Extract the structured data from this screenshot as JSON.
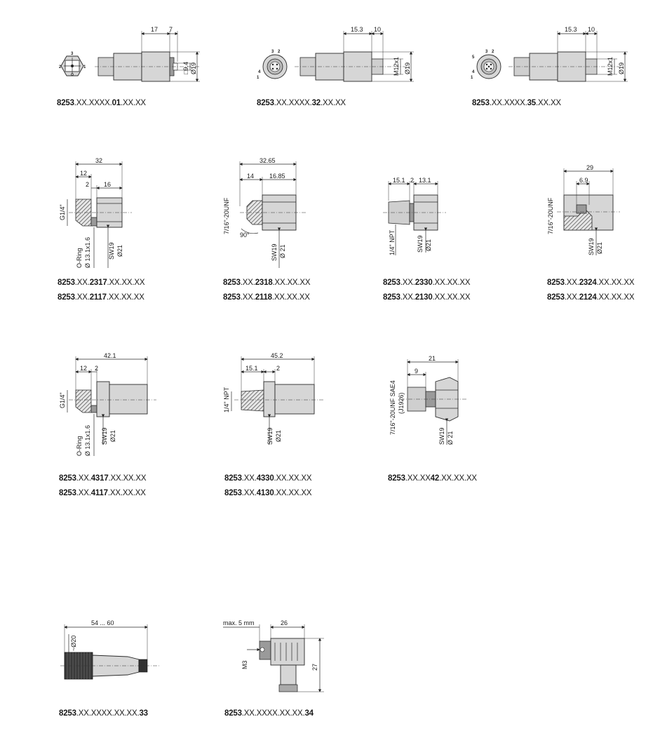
{
  "figures": {
    "f01": {
      "dims": {
        "d1": "17",
        "d2": "7",
        "d3": "□9.4",
        "d4": "Ø19"
      },
      "pins": {
        "p1": "1",
        "p2": "2",
        "p3": "3"
      },
      "caption": {
        "prefix": "8253",
        "mid": ".XX.XXXX.",
        "code": "01",
        "suffix": ".XX.XX"
      }
    },
    "f32": {
      "dims": {
        "d1": "15.3",
        "d2": "10",
        "d3": "M12x1",
        "d4": "Ø19"
      },
      "pins": {
        "p1": "1",
        "p2": "2",
        "p3": "3",
        "p4": "4"
      },
      "caption": {
        "prefix": "8253",
        "mid": ".XX.XXXX.",
        "code": "32",
        "suffix": ".XX.XX"
      }
    },
    "f35": {
      "dims": {
        "d1": "15.3",
        "d2": "10",
        "d3": "M12x1",
        "d4": "Ø19"
      },
      "pins": {
        "p1": "1",
        "p2": "2",
        "p3": "3",
        "p4": "4",
        "p5": "5"
      },
      "caption": {
        "prefix": "8253",
        "mid": ".XX.XXXX.",
        "code": "35",
        "suffix": ".XX.XX"
      }
    },
    "f2317": {
      "dims": {
        "d1": "32",
        "d2": "12",
        "d3": "2",
        "d4": "16",
        "d5": "G1/4\"",
        "d6": "O-Ring",
        "d7": "Ø 13.1x1.6",
        "d8": "SW19",
        "d9": "Ø21"
      },
      "caption1": {
        "prefix": "8253",
        "mid": ".XX.",
        "code": "2317",
        "suffix": ".XX.XX.XX"
      },
      "caption2": {
        "prefix": "8253",
        "mid": ".XX.",
        "code": "2117",
        "suffix": ".XX.XX.XX"
      }
    },
    "f2318": {
      "dims": {
        "d1": "32.65",
        "d2": "14",
        "d3": "16.85",
        "d4": "7/16\"-20UNF",
        "d5": "90°",
        "d6": "SW19",
        "d7": "Ø 21"
      },
      "caption1": {
        "prefix": "8253",
        "mid": ".XX.",
        "code": "2318",
        "suffix": ".XX.XX.XX"
      },
      "caption2": {
        "prefix": "8253",
        "mid": ".XX.",
        "code": "2118",
        "suffix": ".XX.XX.XX"
      }
    },
    "f2330": {
      "dims": {
        "d1": "15.1",
        "d2": "2",
        "d3": "13.1",
        "d4": "1/4\" NPT",
        "d5": "SW19",
        "d6": "Ø21"
      },
      "caption1": {
        "prefix": "8253",
        "mid": ".XX.",
        "code": "2330",
        "suffix": ".XX.XX.XX"
      },
      "caption2": {
        "prefix": "8253",
        "mid": ".XX.",
        "code": "2130",
        "suffix": ".XX.XX.XX"
      }
    },
    "f2324": {
      "dims": {
        "d1": "29",
        "d2": "6.9",
        "d3": "7/16\"-20UNF",
        "d4": "SW19",
        "d5": "Ø21"
      },
      "caption1": {
        "prefix": "8253",
        "mid": ".XX.",
        "code": "2324",
        "suffix": ".XX.XX.XX"
      },
      "caption2": {
        "prefix": "8253",
        "mid": ".XX.",
        "code": "2124",
        "suffix": ".XX.XX.XX"
      }
    },
    "f4317": {
      "dims": {
        "d1": "42.1",
        "d2": "12",
        "d3": "2",
        "d4": "G1/4\"",
        "d5": "O-Ring",
        "d6": "Ø 13.1x1.6",
        "d7": "SW19",
        "d8": "Ø21"
      },
      "caption1": {
        "prefix": "8253",
        "mid": ".XX.",
        "code": "4317",
        "suffix": ".XX.XX.XX"
      },
      "caption2": {
        "prefix": "8253",
        "mid": ".XX.",
        "code": "4117",
        "suffix": ".XX.XX.XX"
      }
    },
    "f4330": {
      "dims": {
        "d1": "45.2",
        "d2": "15.1",
        "d3": "2",
        "d4": "1/4\" NPT",
        "d5": "SW19",
        "d6": "Ø21"
      },
      "caption1": {
        "prefix": "8253",
        "mid": ".XX.",
        "code": "4330",
        "suffix": ".XX.XX.XX"
      },
      "caption2": {
        "prefix": "8253",
        "mid": ".XX.",
        "code": "4130",
        "suffix": ".XX.XX.XX"
      }
    },
    "f42": {
      "dims": {
        "d1": "21",
        "d2": "9",
        "d3": "7/16\"-20UNF SAE4",
        "d4": "(J1926)",
        "d5": "SW19",
        "d6": "Ø 21"
      },
      "caption": {
        "prefix": "8253",
        "mid": ".XX.XX",
        "code": "42",
        "suffix": ".XX.XX.XX"
      }
    },
    "f33": {
      "dims": {
        "d1": "54 ... 60",
        "d2": "~Ø20"
      },
      "caption": {
        "prefix": "8253",
        "mid": ".XX.XXXX.XX.XX.",
        "code": "33",
        "suffix": ""
      }
    },
    "f34": {
      "dims": {
        "d1": "max. 5 mm",
        "d2": "26",
        "d3": "M3",
        "d4": "27"
      },
      "caption": {
        "prefix": "8253",
        "mid": ".XX.XXXX.XX.XX.",
        "code": "34",
        "suffix": ""
      }
    }
  }
}
